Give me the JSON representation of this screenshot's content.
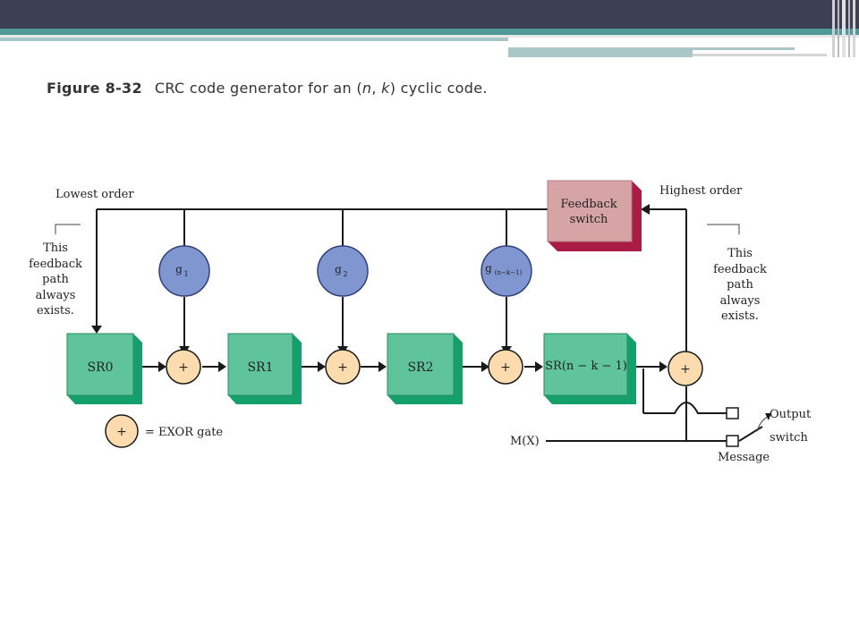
{
  "caption": {
    "figure_label": "Figure 8-32",
    "text_before": "CRC code generator for an (",
    "n": "n",
    "comma": ", ",
    "k": "k",
    "text_after": ") cyclic code."
  },
  "diagram": {
    "lowest_order": "Lowest order",
    "highest_order": "Highest order",
    "feedback_switch": [
      "Feedback",
      "switch"
    ],
    "left_note": [
      "This",
      "feedback",
      "path",
      "always",
      "exists."
    ],
    "right_note": [
      "This",
      "feedback",
      "path",
      "always",
      "exists."
    ],
    "registers": [
      "SR0",
      "SR1",
      "SR2",
      "SR(n − k − 1)"
    ],
    "coefficients": {
      "g1": {
        "base": "g",
        "sub": "1"
      },
      "g2": {
        "base": "g",
        "sub": "2"
      },
      "gnk": {
        "base": "g",
        "sub": "(n−k−1)"
      }
    },
    "xor_symbol": "+",
    "legend": "= EXOR gate",
    "input_label": "M(X)",
    "output_label": "Output",
    "switch_label": "switch",
    "message_label": "Message"
  },
  "colors": {
    "header_bar": "#3d3f53",
    "accent_teal": "#4f9a97",
    "register_face": "#5fc49c",
    "register_side": "#13a06a",
    "xor_fill": "#fcdcae",
    "coefficient_fill": "#8096d0",
    "feedback_face": "#d7a4a6",
    "feedback_side": "#a91c45"
  }
}
